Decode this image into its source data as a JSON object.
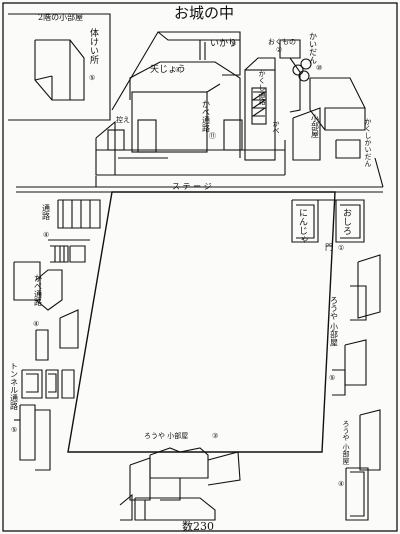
{
  "title": "お城の中",
  "footer": "数230",
  "labels": {
    "upper_left_room": "2階の小部屋",
    "rest_area": "体けい所",
    "rest_area_num": "⑤",
    "ikari": "いかり",
    "ikari_num": "⑤",
    "tenjou": "天じょう",
    "tenjou_num": "④",
    "hikae": "控え",
    "kabe_passage_top": "かべ通路",
    "kabe_passage_top_num": "⑪",
    "okumono": "おくもの",
    "okumono_num": "②",
    "kaidan": "かいだん",
    "kaidan_num": "⑩",
    "akusesu": "かくし通路",
    "kabe_small": "かべ",
    "small_room_right": "小部屋",
    "hidden_stairs": "かくしかいだん",
    "stage": "ス テ ー ジ",
    "passage_left": "通路",
    "passage_left_num": "④",
    "kabe_passage_left": "かべ通路",
    "kabe_passage_left_num": "④",
    "tunnel_passage": "トンネル通路",
    "tunnel_num": "⑤",
    "oshiro": "おしろ",
    "ninja": "にんじゃ",
    "gate": "門",
    "gate_num": "①",
    "rouya_room": "ろうや 小部屋",
    "rouya_room_num": "⑤",
    "rouya_bottom": "ろうや 小部屋",
    "rouya_bottom_num": "③",
    "rouya_right_bottom": "ろうや 小部屋",
    "rouya_right_bottom_num": "④"
  }
}
